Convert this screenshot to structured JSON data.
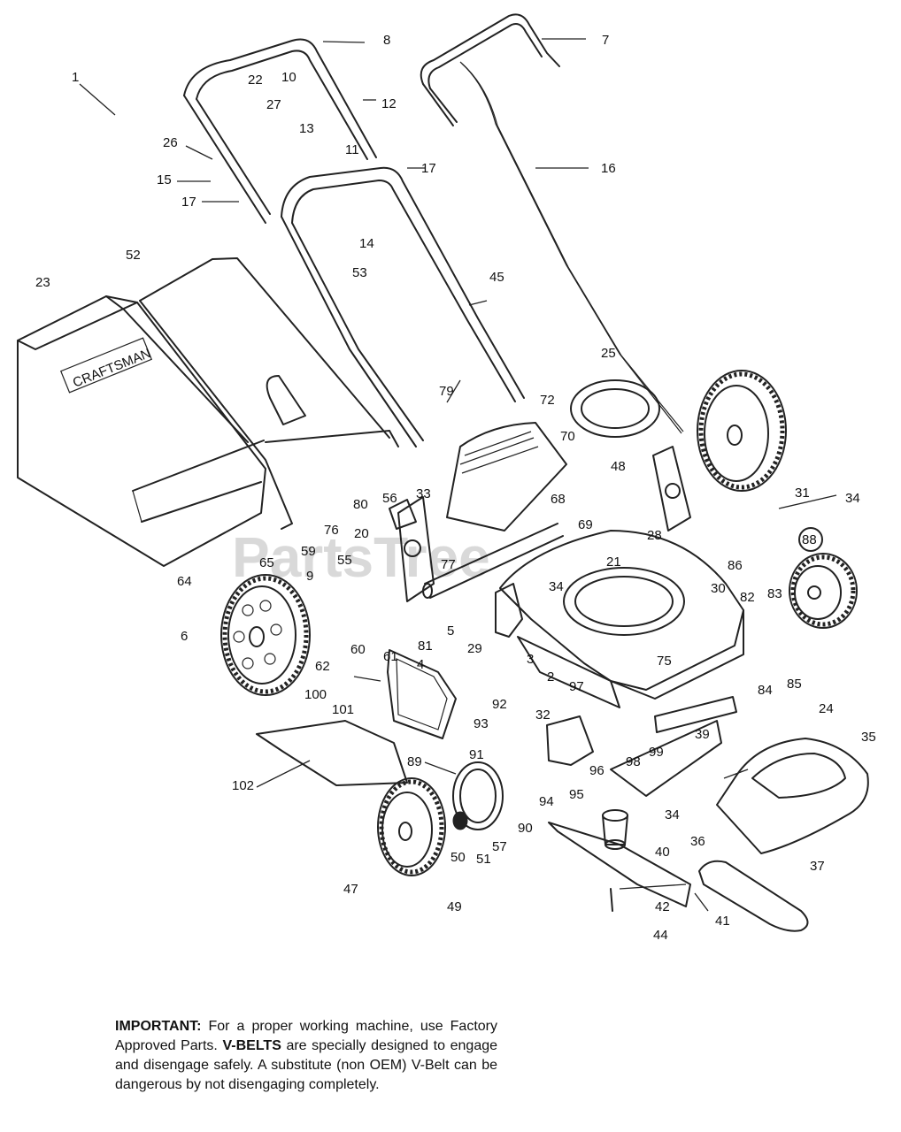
{
  "watermark": "PartsTree",
  "brand_badge": "CRAFTSMAN",
  "callouts": [
    {
      "id": "c1",
      "label": "1"
    },
    {
      "id": "c4",
      "label": "4"
    },
    {
      "id": "c5",
      "label": "5"
    },
    {
      "id": "c6",
      "label": "6"
    },
    {
      "id": "c7",
      "label": "7"
    },
    {
      "id": "c8",
      "label": "8"
    },
    {
      "id": "c9",
      "label": "9"
    },
    {
      "id": "c10",
      "label": "10"
    },
    {
      "id": "c11",
      "label": "11"
    },
    {
      "id": "c12",
      "label": "12"
    },
    {
      "id": "c13",
      "label": "13"
    },
    {
      "id": "c14",
      "label": "14"
    },
    {
      "id": "c15",
      "label": "15"
    },
    {
      "id": "c16",
      "label": "16"
    },
    {
      "id": "c17a",
      "label": "17"
    },
    {
      "id": "c17b",
      "label": "17"
    },
    {
      "id": "c2",
      "label": "2"
    },
    {
      "id": "c3",
      "label": "3"
    },
    {
      "id": "c20",
      "label": "20"
    },
    {
      "id": "c21",
      "label": "21"
    },
    {
      "id": "c22",
      "label": "22"
    },
    {
      "id": "c23",
      "label": "23"
    },
    {
      "id": "c24",
      "label": "24"
    },
    {
      "id": "c25",
      "label": "25"
    },
    {
      "id": "c26",
      "label": "26"
    },
    {
      "id": "c27",
      "label": "27"
    },
    {
      "id": "c28",
      "label": "28"
    },
    {
      "id": "c29",
      "label": "29"
    },
    {
      "id": "c30",
      "label": "30"
    },
    {
      "id": "c31",
      "label": "31"
    },
    {
      "id": "c32",
      "label": "32"
    },
    {
      "id": "c33",
      "label": "33"
    },
    {
      "id": "c34a",
      "label": "34"
    },
    {
      "id": "c34b",
      "label": "34"
    },
    {
      "id": "c34c",
      "label": "34"
    },
    {
      "id": "c35",
      "label": "35"
    },
    {
      "id": "c36",
      "label": "36"
    },
    {
      "id": "c37",
      "label": "37"
    },
    {
      "id": "c39",
      "label": "39"
    },
    {
      "id": "c40",
      "label": "40"
    },
    {
      "id": "c41",
      "label": "41"
    },
    {
      "id": "c42",
      "label": "42"
    },
    {
      "id": "c44",
      "label": "44"
    },
    {
      "id": "c45",
      "label": "45"
    },
    {
      "id": "c47",
      "label": "47"
    },
    {
      "id": "c48",
      "label": "48"
    },
    {
      "id": "c49",
      "label": "49"
    },
    {
      "id": "c50",
      "label": "50"
    },
    {
      "id": "c51",
      "label": "51"
    },
    {
      "id": "c52",
      "label": "52"
    },
    {
      "id": "c53",
      "label": "53"
    },
    {
      "id": "c55",
      "label": "55"
    },
    {
      "id": "c56",
      "label": "56"
    },
    {
      "id": "c57",
      "label": "57"
    },
    {
      "id": "c59",
      "label": "59"
    },
    {
      "id": "c60",
      "label": "60"
    },
    {
      "id": "c61",
      "label": "61"
    },
    {
      "id": "c62",
      "label": "62"
    },
    {
      "id": "c64",
      "label": "64"
    },
    {
      "id": "c65",
      "label": "65"
    },
    {
      "id": "c68",
      "label": "68"
    },
    {
      "id": "c69",
      "label": "69"
    },
    {
      "id": "c70",
      "label": "70"
    },
    {
      "id": "c72",
      "label": "72"
    },
    {
      "id": "c75",
      "label": "75"
    },
    {
      "id": "c76",
      "label": "76"
    },
    {
      "id": "c77",
      "label": "77"
    },
    {
      "id": "c79",
      "label": "79"
    },
    {
      "id": "c80",
      "label": "80"
    },
    {
      "id": "c81",
      "label": "81"
    },
    {
      "id": "c82",
      "label": "82"
    },
    {
      "id": "c83",
      "label": "83"
    },
    {
      "id": "c84",
      "label": "84"
    },
    {
      "id": "c85",
      "label": "85"
    },
    {
      "id": "c86",
      "label": "86"
    },
    {
      "id": "c88",
      "label": "88"
    },
    {
      "id": "c89",
      "label": "89"
    },
    {
      "id": "c90",
      "label": "90"
    },
    {
      "id": "c91",
      "label": "91"
    },
    {
      "id": "c92",
      "label": "92"
    },
    {
      "id": "c93",
      "label": "93"
    },
    {
      "id": "c94",
      "label": "94"
    },
    {
      "id": "c95",
      "label": "95"
    },
    {
      "id": "c96",
      "label": "96"
    },
    {
      "id": "c97",
      "label": "97"
    },
    {
      "id": "c98",
      "label": "98"
    },
    {
      "id": "c99",
      "label": "99"
    },
    {
      "id": "c100",
      "label": "100"
    },
    {
      "id": "c101",
      "label": "101"
    },
    {
      "id": "c102",
      "label": "102"
    }
  ],
  "note": {
    "lead": "IMPORTANT:",
    "text1": " For a proper working machine, use Factory Approved Parts. ",
    "bold2": "V-BELTS",
    "text2": " are specially designed to engage and disengage safely. A substitute (non OEM) V-Belt can be dangerous by not disengaging completely."
  }
}
